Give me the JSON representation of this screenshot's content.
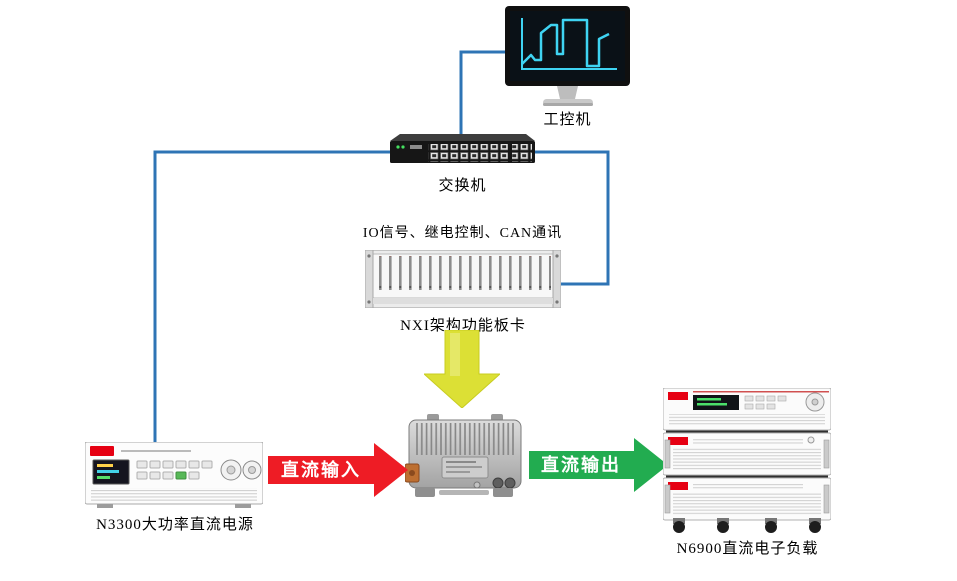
{
  "colors": {
    "connection_line": "#2e74b5",
    "dc_input_arrow": "#ee1c25",
    "dc_output_arrow": "#22ac50",
    "control_arrow": "#dce035"
  },
  "nodes": {
    "ipc": {
      "label": "工控机"
    },
    "switch": {
      "label": "交换机"
    },
    "nxi": {
      "io_caption": "IO信号、继电控制、CAN通讯",
      "label": "NXI架构功能板卡"
    },
    "n3300": {
      "label": "N3300大功率直流电源"
    },
    "n6900": {
      "label": "N6900直流电子负载"
    }
  },
  "flows": {
    "dc_input": {
      "label": "直流输入"
    },
    "dc_output": {
      "label": "直流输出"
    }
  }
}
